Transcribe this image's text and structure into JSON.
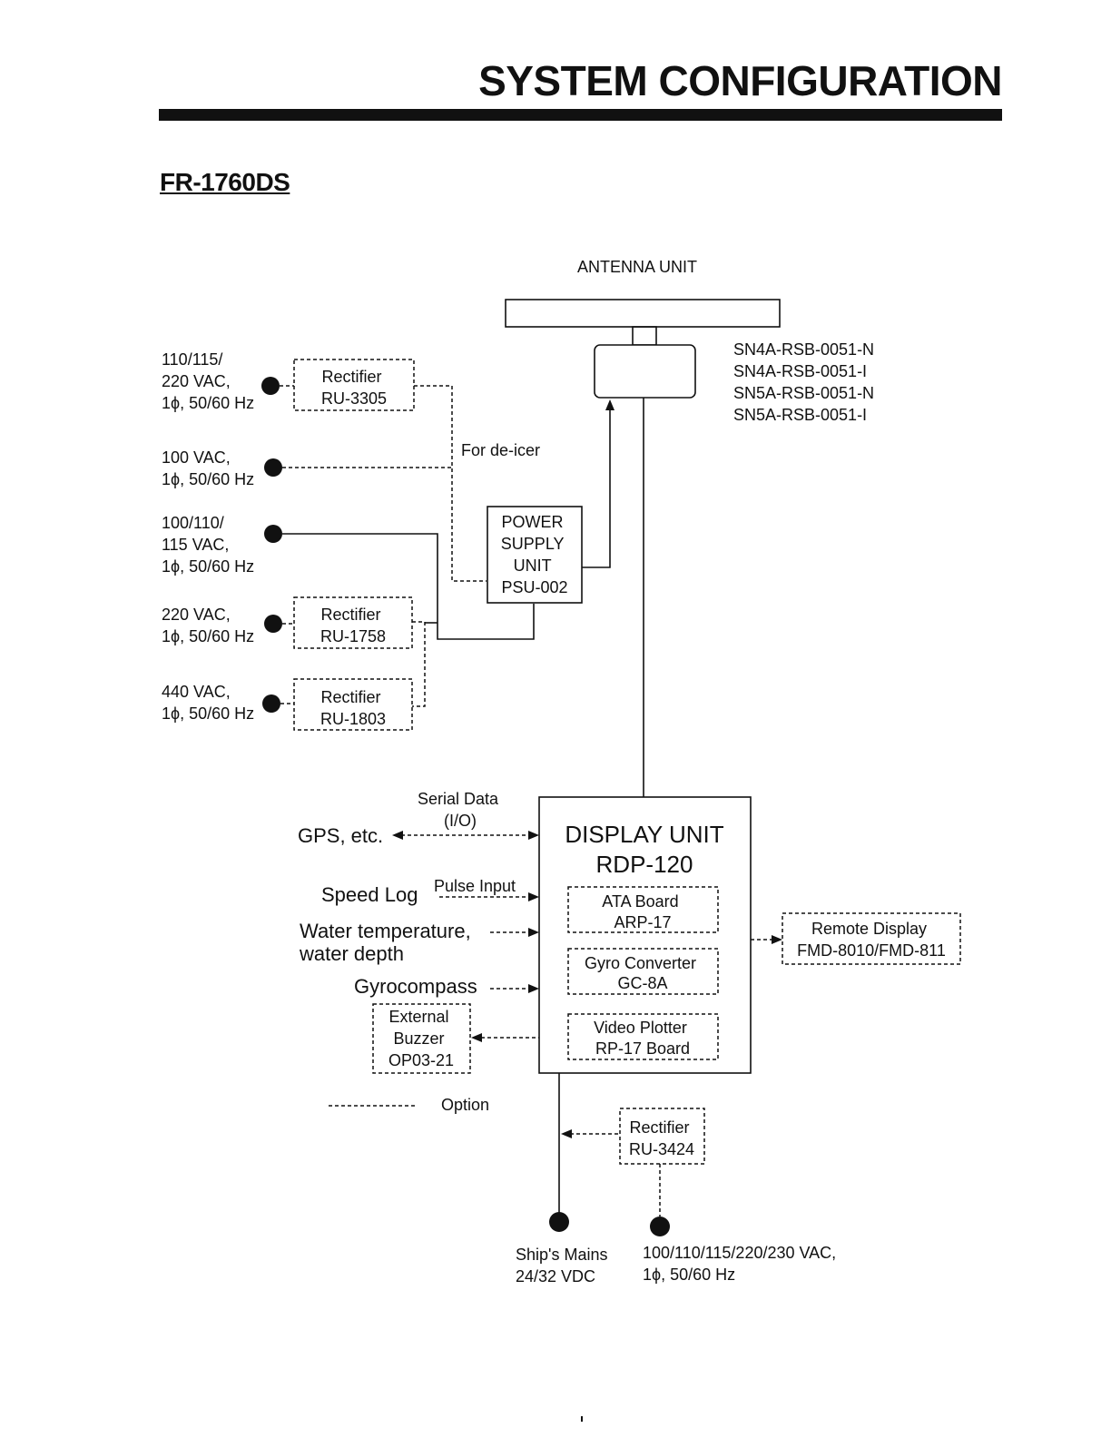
{
  "page": {
    "title": "SYSTEM CONFIGURATION",
    "model": "FR-1760DS"
  },
  "antenna": {
    "label": "ANTENNA UNIT",
    "models": [
      "SN4A-RSB-0051-N",
      "SN4A-RSB-0051-I",
      "SN5A-RSB-0051-N",
      "SN5A-RSB-0051-I"
    ]
  },
  "left_inputs": {
    "src1": [
      "110/115/",
      "220 VAC,",
      "1ϕ, 50/60 Hz"
    ],
    "src2": [
      "100 VAC,",
      "1ϕ, 50/60 Hz"
    ],
    "src3": [
      "100/110/",
      "115 VAC,",
      "1ϕ, 50/60 Hz"
    ],
    "src4": [
      "220 VAC,",
      "1ϕ, 50/60 Hz"
    ],
    "src5": [
      "440 VAC,",
      "1ϕ, 50/60 Hz"
    ]
  },
  "rectifiers": {
    "ru3305": [
      "Rectifier",
      "RU-3305"
    ],
    "ru1758": [
      "Rectifier",
      "RU-1758"
    ],
    "ru1803": [
      "Rectifier",
      "RU-1803"
    ],
    "ru3424": [
      "Rectifier",
      "RU-3424"
    ]
  },
  "deicer_label": "For de-icer",
  "psu": [
    "POWER",
    "SUPPLY",
    "UNIT",
    "PSU-002"
  ],
  "display_unit": {
    "title": "DISPLAY UNIT",
    "model": "RDP-120",
    "boards": {
      "ata": [
        "ATA Board",
        "ARP-17"
      ],
      "gyro": [
        "Gyro Converter",
        "GC-8A"
      ],
      "plotter": [
        "Video Plotter",
        "RP-17 Board"
      ]
    }
  },
  "peripherals": {
    "serial_label": [
      "Serial Data",
      "(I/O)"
    ],
    "gps": "GPS, etc.",
    "pulse_label": "Pulse Input",
    "speed_log": "Speed Log",
    "water": [
      "Water temperature,",
      "water depth"
    ],
    "gyrocompass": "Gyrocompass",
    "buzzer": [
      "External",
      "Buzzer",
      "OP03-21"
    ],
    "remote": [
      "Remote Display",
      "FMD-8010/FMD-811"
    ]
  },
  "legend": {
    "option": "Option"
  },
  "mains": {
    "ship": [
      "Ship's Mains",
      "24/32 VDC"
    ],
    "ac": [
      "100/110/115/220/230 VAC,",
      "1ϕ, 50/60 Hz"
    ]
  }
}
